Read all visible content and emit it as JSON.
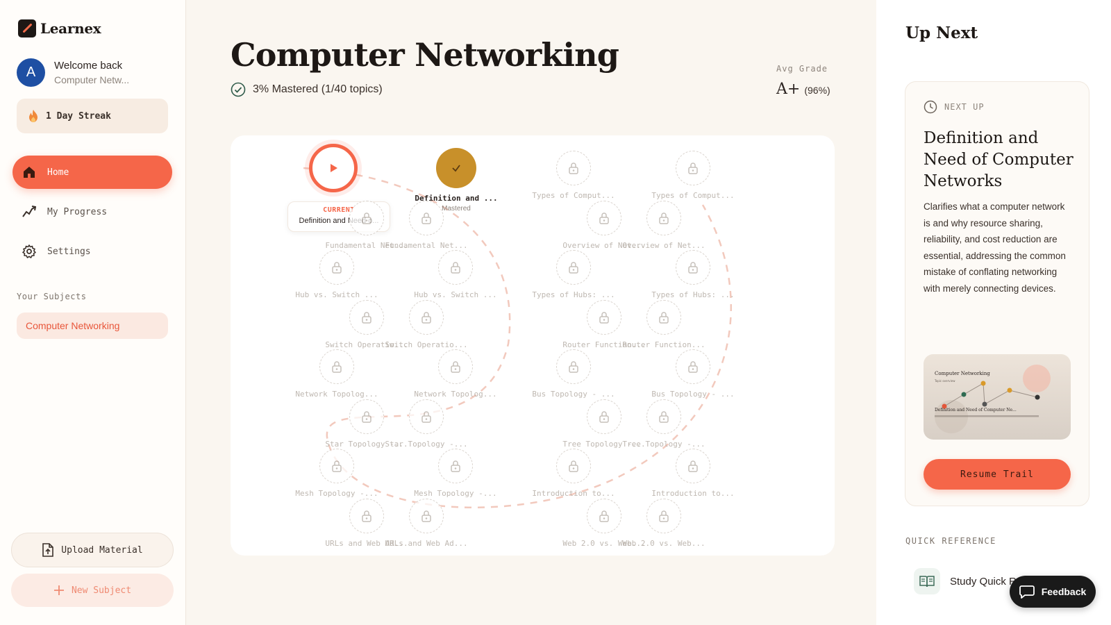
{
  "app": {
    "name": "Learnex"
  },
  "user": {
    "initial": "A",
    "welcome": "Welcome back",
    "subject_short": "Computer Netw..."
  },
  "streak": {
    "label": "1 Day Streak"
  },
  "nav": [
    {
      "label": "Home",
      "icon": "home-icon",
      "active": true
    },
    {
      "label": "My Progress",
      "icon": "progress-icon",
      "active": false
    },
    {
      "label": "Settings",
      "icon": "gear-icon",
      "active": false
    }
  ],
  "subjects": {
    "heading": "Your Subjects",
    "items": [
      "Computer Networking"
    ]
  },
  "sidebar_actions": {
    "upload": "Upload Material",
    "new_subject": "New Subject"
  },
  "main": {
    "title": "Computer Networking",
    "mastered": "3% Mastered (1/40 topics)",
    "avg_grade_label": "Avg Grade",
    "avg_grade_letter": "A+",
    "avg_grade_pct": "(96%)"
  },
  "map": {
    "current": {
      "tag": "CURRENT",
      "name": "Definition and Need o..."
    },
    "done": {
      "name": "Definition and ...",
      "status": "Mastered"
    },
    "locked_labels": [
      "Types of Comput...",
      "Types of Comput...",
      "Fundamental Net...",
      "Fundamental Net...",
      "Overview of Net...",
      "Overview of Net...",
      "Hub vs. Switch ...",
      "Hub vs. Switch ...",
      "Types of Hubs: ...",
      "Types of Hubs: ...",
      "Switch Operatio...",
      "Switch Operatio...",
      "Router Function...",
      "Router Function...",
      "Network Topolog...",
      "Network Topolog...",
      "Bus Topology - ...",
      "Bus Topology - ...",
      "Star Topology -...",
      "Star Topology -...",
      "Tree Topology -...",
      "Tree Topology -...",
      "Mesh Topology -...",
      "Mesh Topology -...",
      "Introduction to...",
      "Introduction to...",
      "URLs and Web Ad...",
      "URLs and Web Ad...",
      "Web 2.0 vs. Web...",
      "Web 2.0 vs. Web..."
    ]
  },
  "upnext": {
    "title": "Up Next",
    "tag": "NEXT UP",
    "heading": "Definition and Need of Computer Networks",
    "description": "Clarifies what a computer network is and why resource sharing, reliability, and cost reduction are essential, addressing the common mistake of conflating networking with merely connecting devices.",
    "preview_title": "Computer Networking",
    "preview_sub": "Topic overview",
    "preview_caption": "Definition and Need of Computer Ne...",
    "resume": "Resume Trail"
  },
  "quick_reference": {
    "label": "QUICK REFERENCE",
    "item": "Study Quick R..."
  },
  "feedback": {
    "label": "Feedback"
  },
  "colors": {
    "accent": "#f56649",
    "mastered": "#c8902a",
    "avatar": "#1e4fa3"
  }
}
